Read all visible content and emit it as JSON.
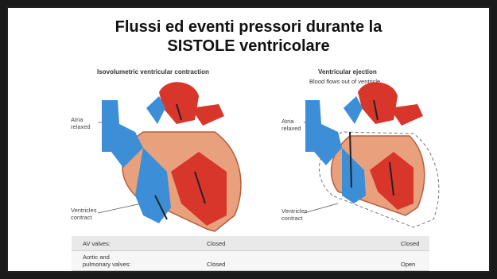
{
  "slide": {
    "title_line1": "Flussi ed eventi pressori durante la",
    "title_line2": "SISTOLE ventricolare"
  },
  "left_panel": {
    "title": "Isovolumetric ventricular contraction",
    "label_atria_1": "Atria",
    "label_atria_2": "relaxed",
    "label_ventricles_1": "Ventricles",
    "label_ventricles_2": "contract"
  },
  "right_panel": {
    "title": "Ventricular ejection",
    "subtitle": "Blood flows out of ventricle",
    "label_atria_1": "Atria",
    "label_atria_2": "relaxed",
    "label_ventricles_1": "Ventricles",
    "label_ventricles_2": "contract"
  },
  "table": {
    "rows": [
      {
        "label_1": "AV valves:",
        "label_2": "",
        "left": "Closed",
        "right": "Closed"
      },
      {
        "label_1": "Aortic and",
        "label_2": "pulmonary valves:",
        "left": "Closed",
        "right": "Open"
      }
    ]
  },
  "colors": {
    "deoxygenated": "#3c8fd6",
    "oxygenated": "#d8362b",
    "muscle": "#e9a07c"
  }
}
